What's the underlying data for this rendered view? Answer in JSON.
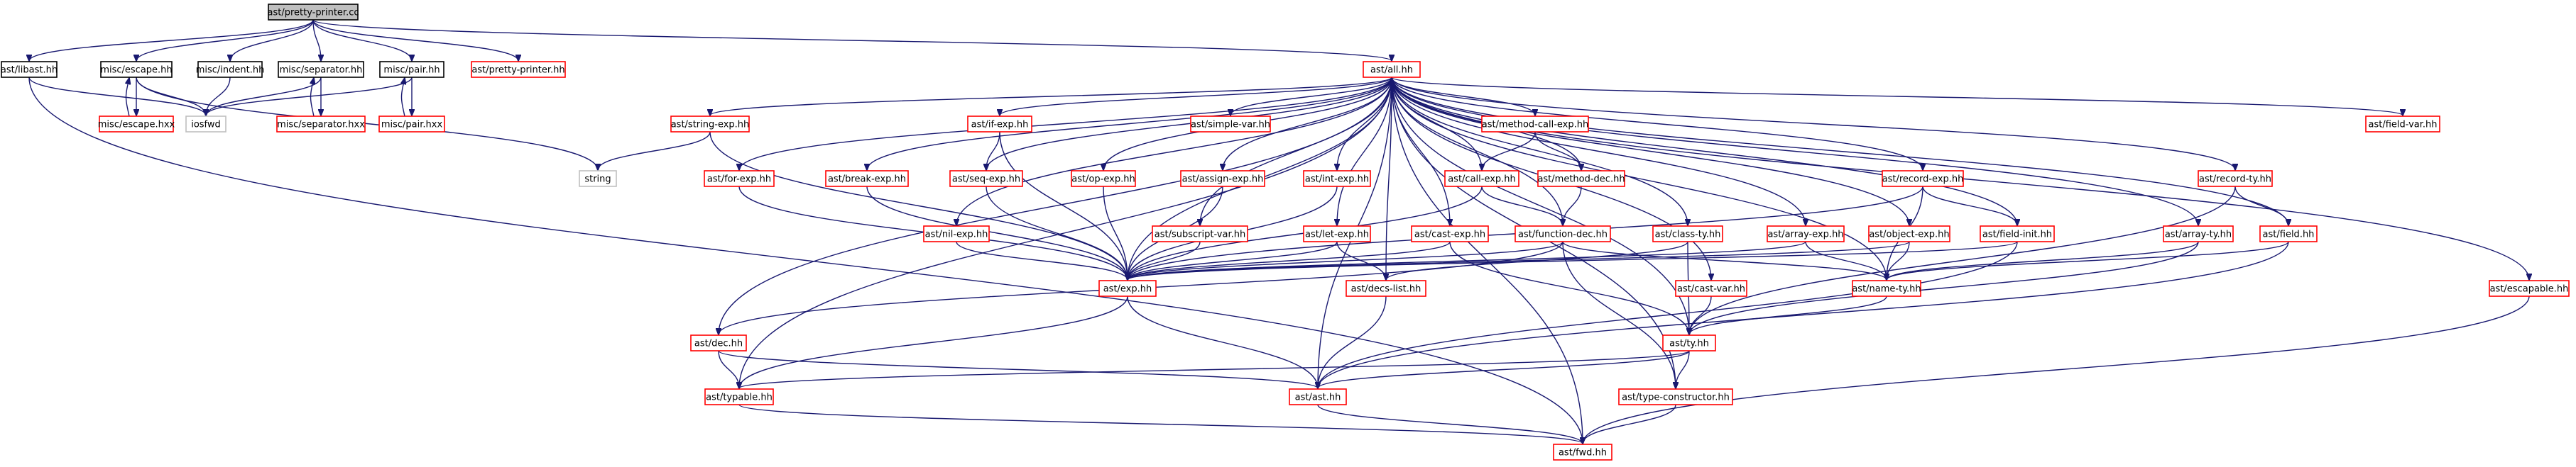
{
  "colors": {
    "edge": "#191970",
    "node_border_documented": "#ff0000",
    "node_border_with_children": "#000000",
    "node_border_external": "#bfbfbf",
    "root_fill": "#bfbfbf"
  },
  "nodes": [
    {
      "id": "pretty_printer_cc",
      "label": "ast/pretty-printer.cc",
      "style": "root"
    },
    {
      "id": "libast_hh",
      "label": "ast/libast.hh",
      "style": "black"
    },
    {
      "id": "misc_escape_hh",
      "label": "misc/escape.hh",
      "style": "black"
    },
    {
      "id": "misc_indent_hh",
      "label": "misc/indent.hh",
      "style": "black"
    },
    {
      "id": "misc_separator_hh",
      "label": "misc/separator.hh",
      "style": "black"
    },
    {
      "id": "misc_pair_hh",
      "label": "misc/pair.hh",
      "style": "black"
    },
    {
      "id": "pretty_printer_hh",
      "label": "ast/pretty-printer.hh",
      "style": "red"
    },
    {
      "id": "all_hh",
      "label": "ast/all.hh",
      "style": "red"
    },
    {
      "id": "misc_escape_hxx",
      "label": "misc/escape.hxx",
      "style": "red"
    },
    {
      "id": "iosfwd",
      "label": "iosfwd",
      "style": "gray"
    },
    {
      "id": "misc_separator_hxx",
      "label": "misc/separator.hxx",
      "style": "red"
    },
    {
      "id": "misc_pair_hxx",
      "label": "misc/pair.hxx",
      "style": "red"
    },
    {
      "id": "string",
      "label": "string",
      "style": "gray"
    },
    {
      "id": "string_exp_hh",
      "label": "ast/string-exp.hh",
      "style": "red"
    },
    {
      "id": "if_exp_hh",
      "label": "ast/if-exp.hh",
      "style": "red"
    },
    {
      "id": "simple_var_hh",
      "label": "ast/simple-var.hh",
      "style": "red"
    },
    {
      "id": "method_call_exp_hh",
      "label": "ast/method-call-exp.hh",
      "style": "red"
    },
    {
      "id": "record_exp_hh",
      "label": "ast/record-exp.hh",
      "style": "red"
    },
    {
      "id": "record_ty_hh",
      "label": "ast/record-ty.hh",
      "style": "red"
    },
    {
      "id": "field_var_hh",
      "label": "ast/field-var.hh",
      "style": "red"
    },
    {
      "id": "for_exp_hh",
      "label": "ast/for-exp.hh",
      "style": "red"
    },
    {
      "id": "break_exp_hh",
      "label": "ast/break-exp.hh",
      "style": "red"
    },
    {
      "id": "seq_exp_hh",
      "label": "ast/seq-exp.hh",
      "style": "red"
    },
    {
      "id": "op_exp_hh",
      "label": "ast/op-exp.hh",
      "style": "red"
    },
    {
      "id": "assign_exp_hh",
      "label": "ast/assign-exp.hh",
      "style": "red"
    },
    {
      "id": "int_exp_hh",
      "label": "ast/int-exp.hh",
      "style": "red"
    },
    {
      "id": "call_exp_hh",
      "label": "ast/call-exp.hh",
      "style": "red"
    },
    {
      "id": "method_dec_hh",
      "label": "ast/method-dec.hh",
      "style": "red"
    },
    {
      "id": "nil_exp_hh",
      "label": "ast/nil-exp.hh",
      "style": "red"
    },
    {
      "id": "subscript_var_hh",
      "label": "ast/subscript-var.hh",
      "style": "red"
    },
    {
      "id": "let_exp_hh",
      "label": "ast/let-exp.hh",
      "style": "red"
    },
    {
      "id": "cast_exp_hh",
      "label": "ast/cast-exp.hh",
      "style": "red"
    },
    {
      "id": "function_dec_hh",
      "label": "ast/function-dec.hh",
      "style": "red"
    },
    {
      "id": "class_ty_hh",
      "label": "ast/class-ty.hh",
      "style": "red"
    },
    {
      "id": "array_exp_hh",
      "label": "ast/array-exp.hh",
      "style": "red"
    },
    {
      "id": "object_exp_hh",
      "label": "ast/object-exp.hh",
      "style": "red"
    },
    {
      "id": "field_init_hh",
      "label": "ast/field-init.hh",
      "style": "red"
    },
    {
      "id": "array_ty_hh",
      "label": "ast/array-ty.hh",
      "style": "red"
    },
    {
      "id": "field_hh",
      "label": "ast/field.hh",
      "style": "red"
    },
    {
      "id": "exp_hh",
      "label": "ast/exp.hh",
      "style": "red"
    },
    {
      "id": "decs_list_hh",
      "label": "ast/decs-list.hh",
      "style": "red"
    },
    {
      "id": "cast_var_hh",
      "label": "ast/cast-var.hh",
      "style": "red"
    },
    {
      "id": "name_ty_hh",
      "label": "ast/name-ty.hh",
      "style": "red"
    },
    {
      "id": "escapable_hh",
      "label": "ast/escapable.hh",
      "style": "red"
    },
    {
      "id": "dec_hh",
      "label": "ast/dec.hh",
      "style": "red"
    },
    {
      "id": "ty_hh",
      "label": "ast/ty.hh",
      "style": "red"
    },
    {
      "id": "typable_hh",
      "label": "ast/typable.hh",
      "style": "red"
    },
    {
      "id": "ast_hh",
      "label": "ast/ast.hh",
      "style": "red"
    },
    {
      "id": "type_constructor_hh",
      "label": "ast/type-constructor.hh",
      "style": "red"
    },
    {
      "id": "fwd_hh",
      "label": "ast/fwd.hh",
      "style": "red"
    }
  ],
  "edges": [
    [
      "pretty_printer_cc",
      "libast_hh"
    ],
    [
      "pretty_printer_cc",
      "misc_escape_hh"
    ],
    [
      "pretty_printer_cc",
      "misc_indent_hh"
    ],
    [
      "pretty_printer_cc",
      "misc_separator_hh"
    ],
    [
      "pretty_printer_cc",
      "misc_pair_hh"
    ],
    [
      "pretty_printer_cc",
      "pretty_printer_hh"
    ],
    [
      "pretty_printer_cc",
      "all_hh"
    ],
    [
      "libast_hh",
      "iosfwd"
    ],
    [
      "libast_hh",
      "fwd_hh"
    ],
    [
      "misc_escape_hh",
      "iosfwd"
    ],
    [
      "misc_escape_hh",
      "string"
    ],
    [
      "misc_escape_hh",
      "misc_escape_hxx"
    ],
    [
      "misc_escape_hxx",
      "misc_escape_hh"
    ],
    [
      "misc_indent_hh",
      "iosfwd"
    ],
    [
      "misc_separator_hh",
      "iosfwd"
    ],
    [
      "misc_separator_hh",
      "misc_separator_hxx"
    ],
    [
      "misc_separator_hxx",
      "misc_separator_hh"
    ],
    [
      "misc_pair_hh",
      "iosfwd"
    ],
    [
      "misc_pair_hh",
      "misc_pair_hxx"
    ],
    [
      "misc_pair_hxx",
      "misc_pair_hh"
    ],
    [
      "all_hh",
      "string_exp_hh"
    ],
    [
      "all_hh",
      "if_exp_hh"
    ],
    [
      "all_hh",
      "simple_var_hh"
    ],
    [
      "all_hh",
      "method_call_exp_hh"
    ],
    [
      "all_hh",
      "record_exp_hh"
    ],
    [
      "all_hh",
      "record_ty_hh"
    ],
    [
      "all_hh",
      "field_var_hh"
    ],
    [
      "all_hh",
      "for_exp_hh"
    ],
    [
      "all_hh",
      "break_exp_hh"
    ],
    [
      "all_hh",
      "seq_exp_hh"
    ],
    [
      "all_hh",
      "op_exp_hh"
    ],
    [
      "all_hh",
      "assign_exp_hh"
    ],
    [
      "all_hh",
      "int_exp_hh"
    ],
    [
      "all_hh",
      "call_exp_hh"
    ],
    [
      "all_hh",
      "method_dec_hh"
    ],
    [
      "all_hh",
      "nil_exp_hh"
    ],
    [
      "all_hh",
      "subscript_var_hh"
    ],
    [
      "all_hh",
      "let_exp_hh"
    ],
    [
      "all_hh",
      "cast_exp_hh"
    ],
    [
      "all_hh",
      "function_dec_hh"
    ],
    [
      "all_hh",
      "class_ty_hh"
    ],
    [
      "all_hh",
      "array_exp_hh"
    ],
    [
      "all_hh",
      "object_exp_hh"
    ],
    [
      "all_hh",
      "field_init_hh"
    ],
    [
      "all_hh",
      "array_ty_hh"
    ],
    [
      "all_hh",
      "field_hh"
    ],
    [
      "all_hh",
      "exp_hh"
    ],
    [
      "all_hh",
      "decs_list_hh"
    ],
    [
      "all_hh",
      "cast_var_hh"
    ],
    [
      "all_hh",
      "name_ty_hh"
    ],
    [
      "all_hh",
      "escapable_hh"
    ],
    [
      "all_hh",
      "dec_hh"
    ],
    [
      "all_hh",
      "ty_hh"
    ],
    [
      "all_hh",
      "typable_hh"
    ],
    [
      "all_hh",
      "ast_hh"
    ],
    [
      "all_hh",
      "type_constructor_hh"
    ],
    [
      "all_hh",
      "fwd_hh"
    ],
    [
      "string_exp_hh",
      "string"
    ],
    [
      "string_exp_hh",
      "exp_hh"
    ],
    [
      "if_exp_hh",
      "seq_exp_hh"
    ],
    [
      "if_exp_hh",
      "exp_hh"
    ],
    [
      "method_call_exp_hh",
      "call_exp_hh"
    ],
    [
      "method_call_exp_hh",
      "method_dec_hh"
    ],
    [
      "record_exp_hh",
      "field_init_hh"
    ],
    [
      "record_exp_hh",
      "name_ty_hh"
    ],
    [
      "record_exp_hh",
      "exp_hh"
    ],
    [
      "record_ty_hh",
      "field_hh"
    ],
    [
      "record_ty_hh",
      "ty_hh"
    ],
    [
      "for_exp_hh",
      "exp_hh"
    ],
    [
      "break_exp_hh",
      "exp_hh"
    ],
    [
      "seq_exp_hh",
      "exp_hh"
    ],
    [
      "op_exp_hh",
      "exp_hh"
    ],
    [
      "assign_exp_hh",
      "exp_hh"
    ],
    [
      "int_exp_hh",
      "exp_hh"
    ],
    [
      "call_exp_hh",
      "function_dec_hh"
    ],
    [
      "call_exp_hh",
      "exp_hh"
    ],
    [
      "method_dec_hh",
      "function_dec_hh"
    ],
    [
      "nil_exp_hh",
      "exp_hh"
    ],
    [
      "subscript_var_hh",
      "exp_hh"
    ],
    [
      "let_exp_hh",
      "decs_list_hh"
    ],
    [
      "let_exp_hh",
      "exp_hh"
    ],
    [
      "cast_exp_hh",
      "exp_hh"
    ],
    [
      "cast_exp_hh",
      "ty_hh"
    ],
    [
      "function_dec_hh",
      "exp_hh"
    ],
    [
      "function_dec_hh",
      "name_ty_hh"
    ],
    [
      "function_dec_hh",
      "dec_hh"
    ],
    [
      "function_dec_hh",
      "type_constructor_hh"
    ],
    [
      "class_ty_hh",
      "decs_list_hh"
    ],
    [
      "class_ty_hh",
      "ty_hh"
    ],
    [
      "array_exp_hh",
      "exp_hh"
    ],
    [
      "array_exp_hh",
      "name_ty_hh"
    ],
    [
      "object_exp_hh",
      "exp_hh"
    ],
    [
      "object_exp_hh",
      "name_ty_hh"
    ],
    [
      "field_init_hh",
      "exp_hh"
    ],
    [
      "field_init_hh",
      "ast_hh"
    ],
    [
      "array_ty_hh",
      "name_ty_hh"
    ],
    [
      "array_ty_hh",
      "ty_hh"
    ],
    [
      "field_hh",
      "name_ty_hh"
    ],
    [
      "field_hh",
      "ast_hh"
    ],
    [
      "exp_hh",
      "typable_hh"
    ],
    [
      "exp_hh",
      "ast_hh"
    ],
    [
      "decs_list_hh",
      "ast_hh"
    ],
    [
      "cast_var_hh",
      "ty_hh"
    ],
    [
      "name_ty_hh",
      "ty_hh"
    ],
    [
      "escapable_hh",
      "fwd_hh"
    ],
    [
      "dec_hh",
      "typable_hh"
    ],
    [
      "dec_hh",
      "ast_hh"
    ],
    [
      "ty_hh",
      "typable_hh"
    ],
    [
      "ty_hh",
      "ast_hh"
    ],
    [
      "ty_hh",
      "type_constructor_hh"
    ],
    [
      "typable_hh",
      "fwd_hh"
    ],
    [
      "ast_hh",
      "fwd_hh"
    ],
    [
      "type_constructor_hh",
      "fwd_hh"
    ]
  ]
}
